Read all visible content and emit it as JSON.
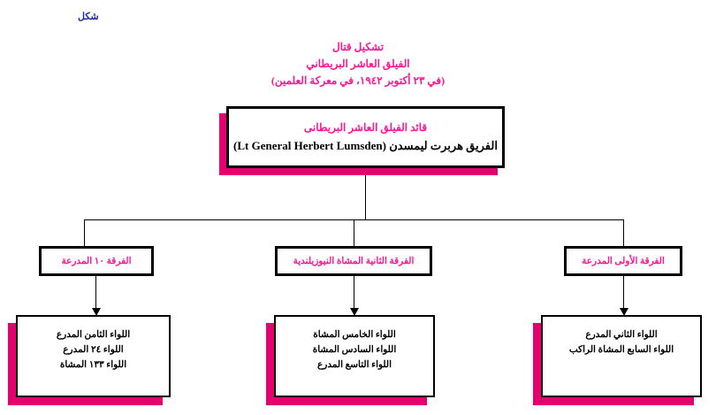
{
  "figure_label": "شكل",
  "title": {
    "lines": [
      "تشكيل قتال",
      "الفيلق العاشر البريطاني",
      "(في ٢٣ أكتوبر ١٩٤٢، في معركة العلمين)"
    ]
  },
  "commander": {
    "role": "قائد الفيلق العاشر البريطانى",
    "name_arabic": "الفريق هربرت ليمسدن",
    "name_latin": "(Lt General  Herbert Lumsden)"
  },
  "divisions": [
    {
      "label": "الفرقة ١٠ المدرعة",
      "brigades": [
        "اللواء الثامن المدرع",
        "اللواء ٢٤ المدرع",
        "اللواء ١٣٣ المشاة"
      ]
    },
    {
      "label": "الفرقة الثانية المشاة النيوزيلندية",
      "brigades": [
        "اللواء الخامس المشاة",
        "اللواء السادس المشاة",
        "اللواء التاسع المدرع"
      ]
    },
    {
      "label": "الفرقة الأولى المدرعة",
      "brigades": [
        "اللواء الثاني المدرع",
        "اللواء السابع المشاة الراكب"
      ]
    }
  ],
  "colors": {
    "accent_pink": "#ff1493",
    "shadow_pink": "#e4006f",
    "label_blue": "#1b2a9c",
    "line_black": "#000000"
  }
}
